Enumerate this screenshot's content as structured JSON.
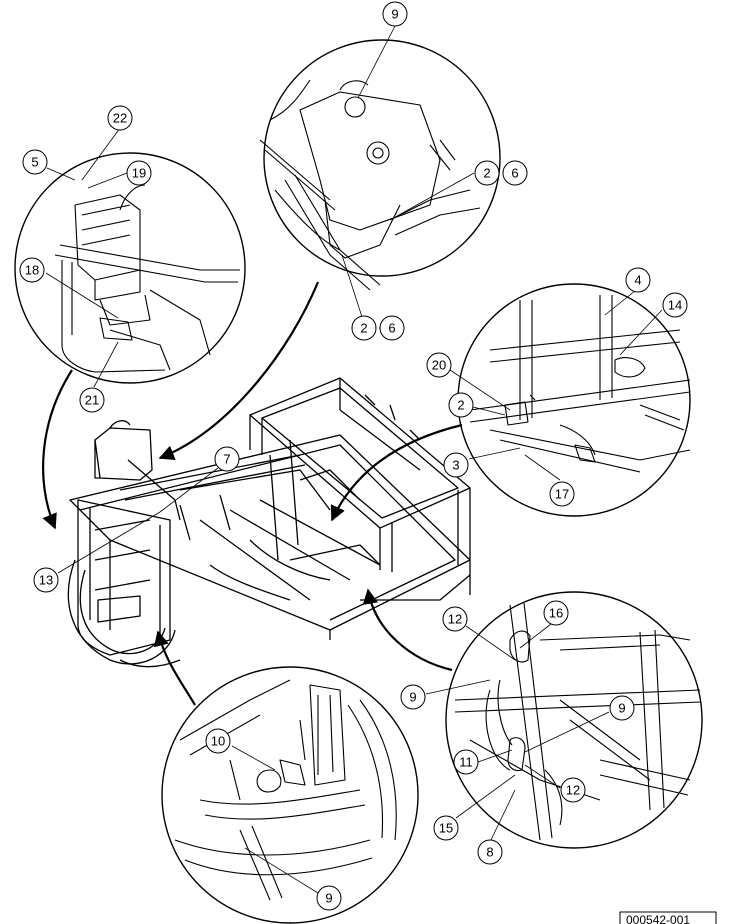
{
  "figure": {
    "reference_number": "000542-001",
    "detail_views": [
      "tank-detail",
      "bracket-detail",
      "fuel-line-detail",
      "hose-routing-detail",
      "lower-frame-detail"
    ]
  },
  "callouts": {
    "c9_top": "9",
    "c22": "22",
    "c5": "5",
    "c19": "19",
    "c2_a": "2",
    "c6_a": "6",
    "c18": "18",
    "c2_b": "2",
    "c6_b": "6",
    "c4": "4",
    "c14": "14",
    "c20": "20",
    "c2_c": "2",
    "c21": "21",
    "c7": "7",
    "c3": "3",
    "c17": "17",
    "c13": "13",
    "c12_a": "12",
    "c16": "16",
    "c9_mid": "9",
    "c9_right": "9",
    "c10": "10",
    "c11": "11",
    "c12_b": "12",
    "c15": "15",
    "c8": "8",
    "c9_bottom": "9"
  }
}
